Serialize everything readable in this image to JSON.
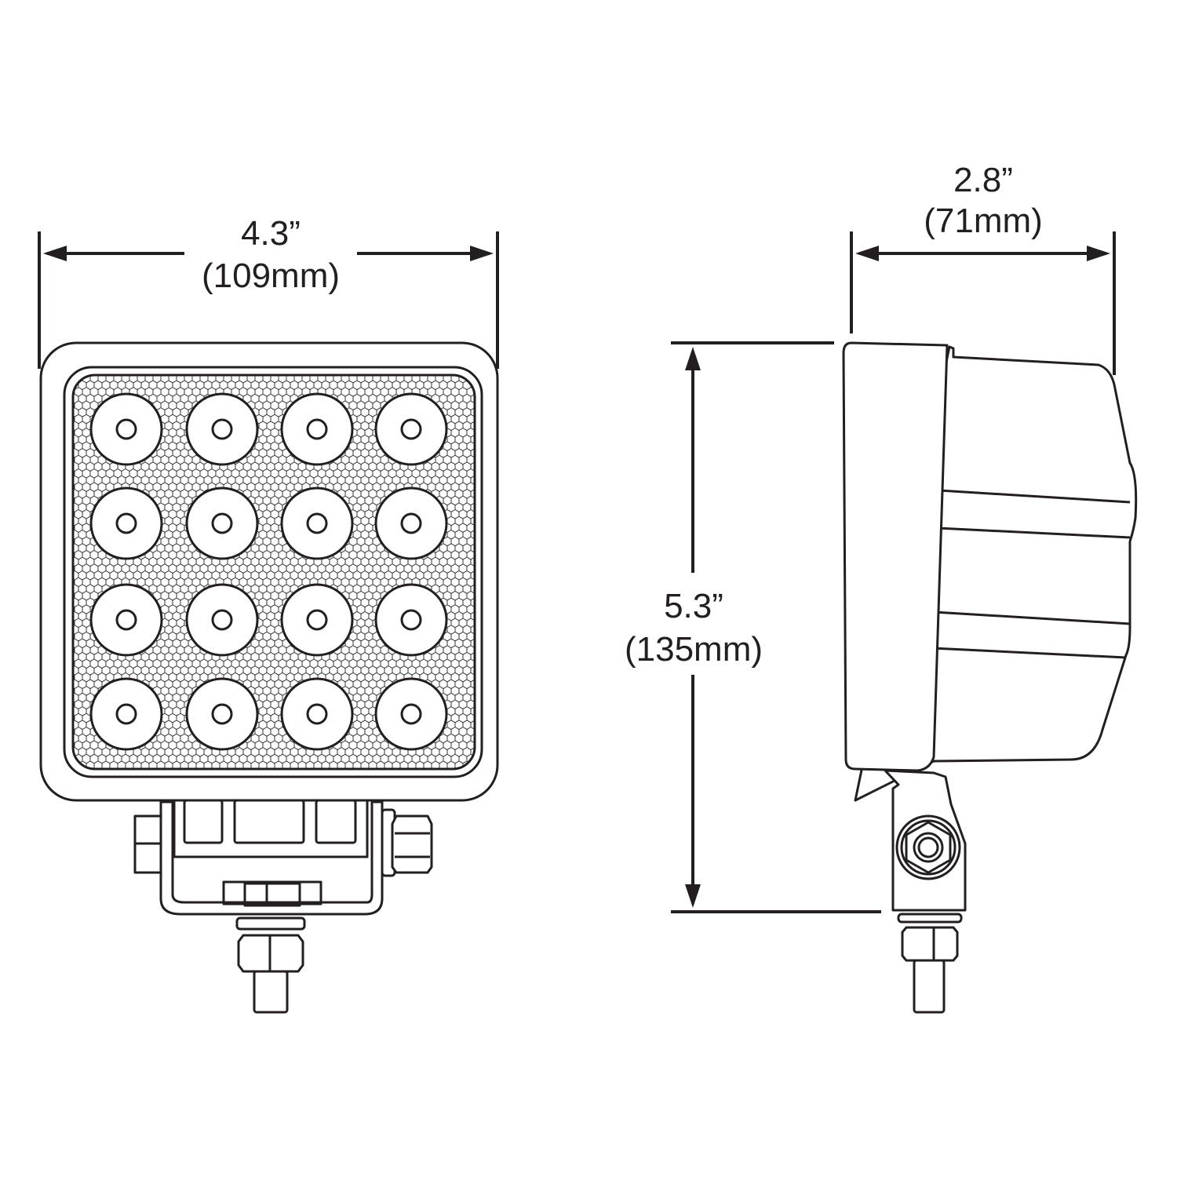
{
  "dimensions": {
    "width": {
      "imperial": "4.3”",
      "metric": "(109mm)"
    },
    "depth": {
      "imperial": "2.8”",
      "metric": "(71mm)"
    },
    "height": {
      "imperial": "5.3”",
      "metric": "(135mm)"
    }
  },
  "led_grid": {
    "rows": 4,
    "cols": 4
  },
  "colors": {
    "line": "#231f20",
    "background": "#ffffff"
  }
}
